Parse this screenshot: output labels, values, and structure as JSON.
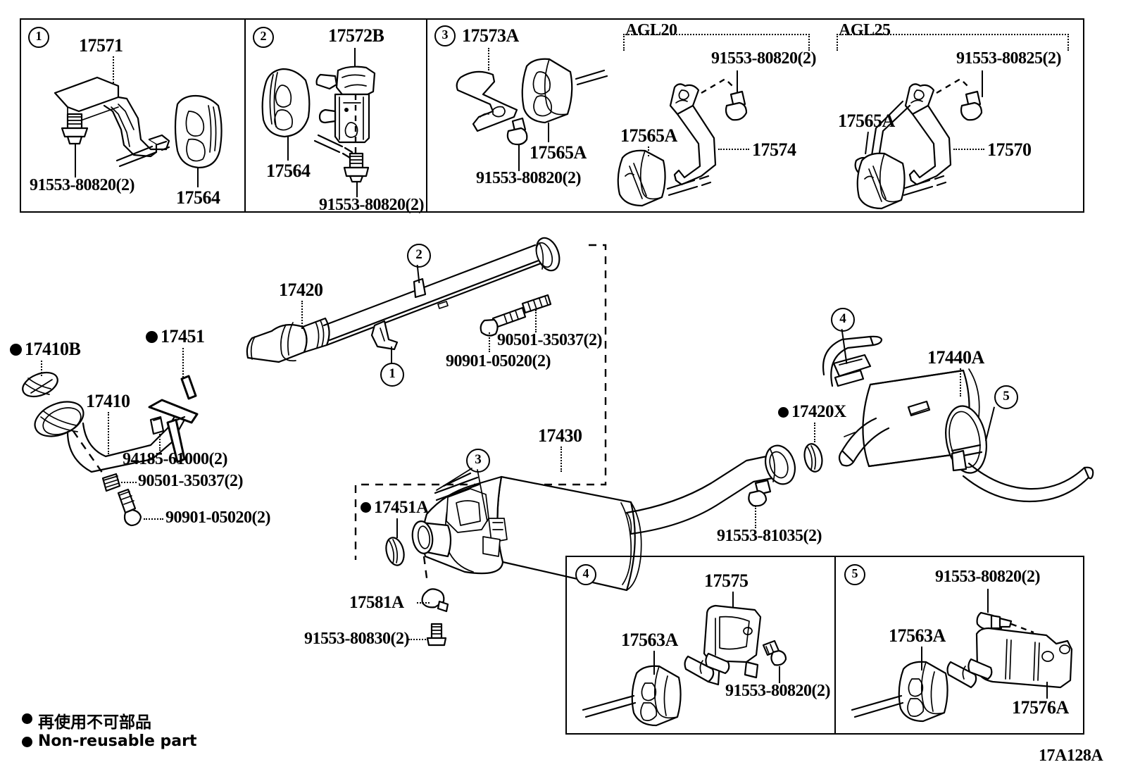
{
  "diagram": {
    "code": "17A128A",
    "legend": {
      "jp": "再使用不可部品",
      "en": "Non-reusable part"
    }
  },
  "top_panels": [
    {
      "callout": "1",
      "parts": [
        {
          "id": "p1-17571",
          "number": "17571"
        },
        {
          "id": "p1-91553",
          "number": "91553-80820(2)"
        },
        {
          "id": "p1-17564",
          "number": "17564"
        }
      ]
    },
    {
      "callout": "2",
      "parts": [
        {
          "id": "p2-17572B",
          "number": "17572B"
        },
        {
          "id": "p2-17564",
          "number": "17564"
        },
        {
          "id": "p2-91553",
          "number": "91553-80820(2)"
        }
      ]
    },
    {
      "callout": "3",
      "parts": [
        {
          "id": "p3-17573A",
          "number": "17573A"
        },
        {
          "id": "p3-17565A",
          "number": "17565A"
        },
        {
          "id": "p3-91553",
          "number": "91553-80820(2)"
        }
      ],
      "variants": [
        {
          "name": "AGL20",
          "parts": [
            {
              "id": "agl20-91553",
              "number": "91553-80820(2)"
            },
            {
              "id": "agl20-17565A",
              "number": "17565A"
            },
            {
              "id": "agl20-17574",
              "number": "17574"
            }
          ]
        },
        {
          "name": "AGL25",
          "parts": [
            {
              "id": "agl25-91553",
              "number": "91553-80825(2)"
            },
            {
              "id": "agl25-17565A",
              "number": "17565A"
            },
            {
              "id": "agl25-17570",
              "number": "17570"
            }
          ]
        }
      ]
    }
  ],
  "main": {
    "parts": [
      {
        "id": "m-17410B",
        "number": "17410B",
        "nonreusable": true
      },
      {
        "id": "m-17410",
        "number": "17410",
        "nonreusable": false
      },
      {
        "id": "m-17451",
        "number": "17451",
        "nonreusable": true
      },
      {
        "id": "m-17420",
        "number": "17420",
        "nonreusable": false
      },
      {
        "id": "m-94185",
        "number": "94185-61000(2)",
        "nonreusable": false
      },
      {
        "id": "m-90501a",
        "number": "90501-35037(2)",
        "nonreusable": false
      },
      {
        "id": "m-90901a",
        "number": "90901-05020(2)",
        "nonreusable": false
      },
      {
        "id": "m-90501b",
        "number": "90501-35037(2)",
        "nonreusable": false
      },
      {
        "id": "m-90901b",
        "number": "90901-05020(2)",
        "nonreusable": false
      },
      {
        "id": "m-17430",
        "number": "17430",
        "nonreusable": false
      },
      {
        "id": "m-17451A",
        "number": "17451A",
        "nonreusable": true
      },
      {
        "id": "m-17581A",
        "number": "17581A",
        "nonreusable": false
      },
      {
        "id": "m-91553-80830",
        "number": "91553-80830(2)",
        "nonreusable": false
      },
      {
        "id": "m-91553-81035",
        "number": "91553-81035(2)",
        "nonreusable": false
      },
      {
        "id": "m-17420X",
        "number": "17420X",
        "nonreusable": true
      },
      {
        "id": "m-17440A",
        "number": "17440A",
        "nonreusable": false
      }
    ],
    "callouts": [
      "1",
      "2",
      "3",
      "4",
      "5"
    ]
  },
  "bottom_panels": [
    {
      "callout": "4",
      "parts": [
        {
          "id": "p4-17575",
          "number": "17575"
        },
        {
          "id": "p4-17563A",
          "number": "17563A"
        },
        {
          "id": "p4-91553",
          "number": "91553-80820(2)"
        }
      ]
    },
    {
      "callout": "5",
      "parts": [
        {
          "id": "p5-91553",
          "number": "91553-80820(2)"
        },
        {
          "id": "p5-17563A",
          "number": "17563A"
        },
        {
          "id": "p5-17576A",
          "number": "17576A"
        }
      ]
    }
  ]
}
